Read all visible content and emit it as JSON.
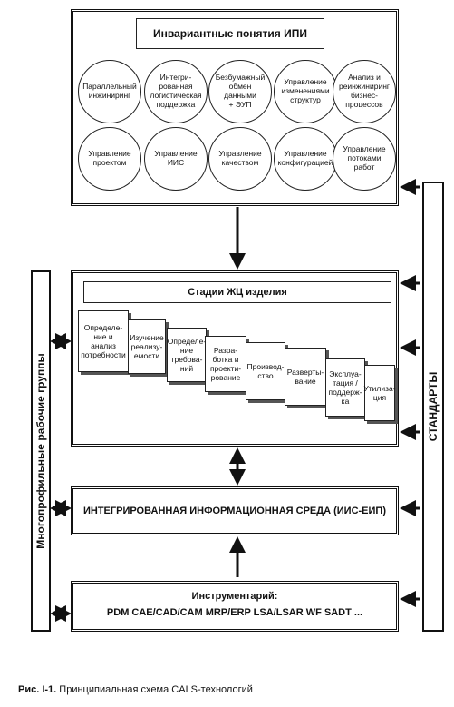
{
  "top_block": {
    "title": "Инвариантные понятия ИПИ",
    "concepts_row1": [
      "Параллельный\nинжиниринг",
      "Интегри-\nрованная\nлогистическая\nподдержка",
      "Безбумажный\nобмен данными\n+ ЭУП",
      "Управление\nизменениями\nструктур",
      "Анализ и\nреинжиниринг\nбизнес-\nпроцессов"
    ],
    "concepts_row2": [
      "Управление\nпроектом",
      "Управление\nИИС",
      "Управление\nкачеством",
      "Управление\nконфигурацией",
      "Управление\nпотоками работ"
    ]
  },
  "lifecycle_block": {
    "title": "Стадии ЖЦ изделия",
    "stages": [
      "Определе-\nние и анализ\nпотребности",
      "Изучение\nреализу-\nемости",
      "Определе-\nние\nтребова-\nний",
      "Разра-\nботка и\nпроекти-\nрование",
      "Производ-\nство",
      "Разверты-\nвание",
      "Эксплуа-\nтация /\nподдерж-\nка",
      "Утилиза-\nция"
    ]
  },
  "ims_block": {
    "title": "ИНТЕГРИРОВАННАЯ ИНФОРМАЦИОННАЯ СРЕДА (ИИС-ЕИП)"
  },
  "tools_block": {
    "title": "Инструментарий:",
    "tools": "PDM CAE/CAD/CAM MRP/ERP LSA/LSAR WF SADT ..."
  },
  "side_left": {
    "label": "Многопрофильные рабочие группы"
  },
  "side_right": {
    "label": "СТАНДАРТЫ"
  },
  "caption": {
    "prefix": "Рис. I-1.",
    "text": "Принципиальная схема CALS-технологий"
  }
}
